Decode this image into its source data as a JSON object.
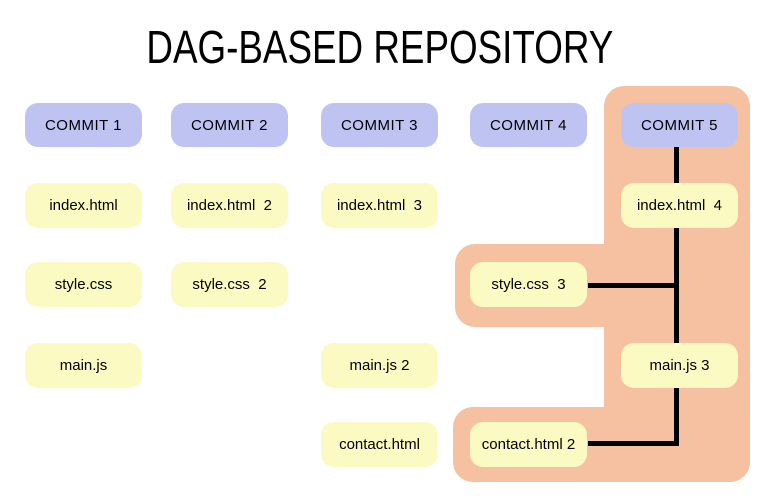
{
  "title": "DAG-BASED REPOSITORY",
  "colors": {
    "commitFill": "#bec3f2",
    "fileFill": "#fafac2",
    "highlightFill": "#f5c1a0",
    "connector": "#000000"
  },
  "commits": {
    "c1": "COMMIT 1",
    "c2": "COMMIT 2",
    "c3": "COMMIT 3",
    "c4": "COMMIT 4",
    "c5": "COMMIT 5"
  },
  "files": {
    "c1r1": "index.html",
    "c2r1": "index.html  2",
    "c3r1": "index.html  3",
    "c5r1": "index.html  4",
    "c1r2": "style.css",
    "c2r2": "style.css  2",
    "c4r2": "style.css  3",
    "c1r3": "main.js",
    "c3r3": "main.js 2",
    "c5r3": "main.js 3",
    "c3r4": "contact.html",
    "c4r4": "contact.html 2"
  }
}
